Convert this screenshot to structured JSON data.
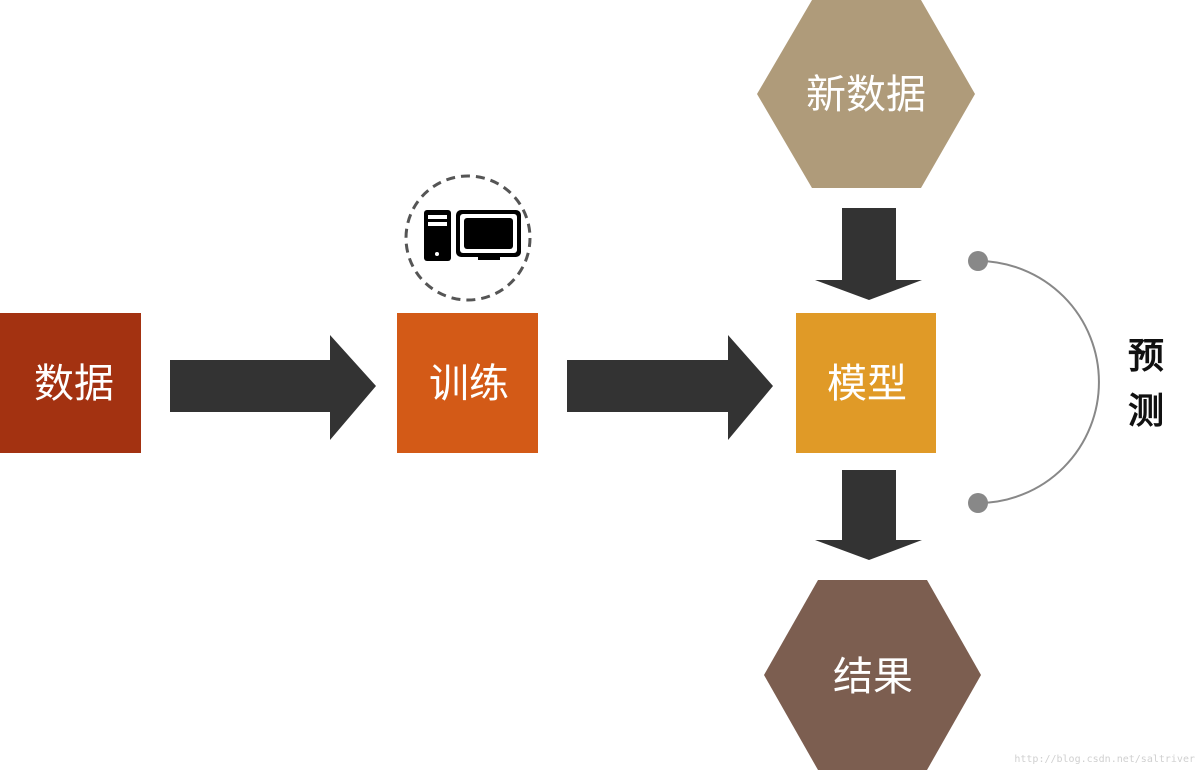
{
  "diagram": {
    "nodes": {
      "data": {
        "label": "数据",
        "shape": "square",
        "color": "#A33211"
      },
      "train": {
        "label": "训练",
        "shape": "square",
        "color": "#D35A17"
      },
      "model": {
        "label": "模型",
        "shape": "square",
        "color": "#E09A27"
      },
      "new_data": {
        "label": "新数据",
        "shape": "hexagon",
        "color": "#AF9B7A"
      },
      "result": {
        "label": "结果",
        "shape": "hexagon",
        "color": "#7C5E50"
      }
    },
    "edges": [
      {
        "from": "数据",
        "to": "训练"
      },
      {
        "from": "训练",
        "to": "模型"
      },
      {
        "from": "新数据",
        "to": "模型"
      },
      {
        "from": "模型",
        "to": "结果"
      }
    ],
    "arrow_color": "#333333",
    "computer_icon": {
      "name": "computer-icon",
      "badge_style": "dashed-circle"
    },
    "prediction_bracket": {
      "label_line1": "预",
      "label_line2": "测",
      "color": "#888888"
    },
    "watermark": "http://blog.csdn.net/saltriver"
  }
}
